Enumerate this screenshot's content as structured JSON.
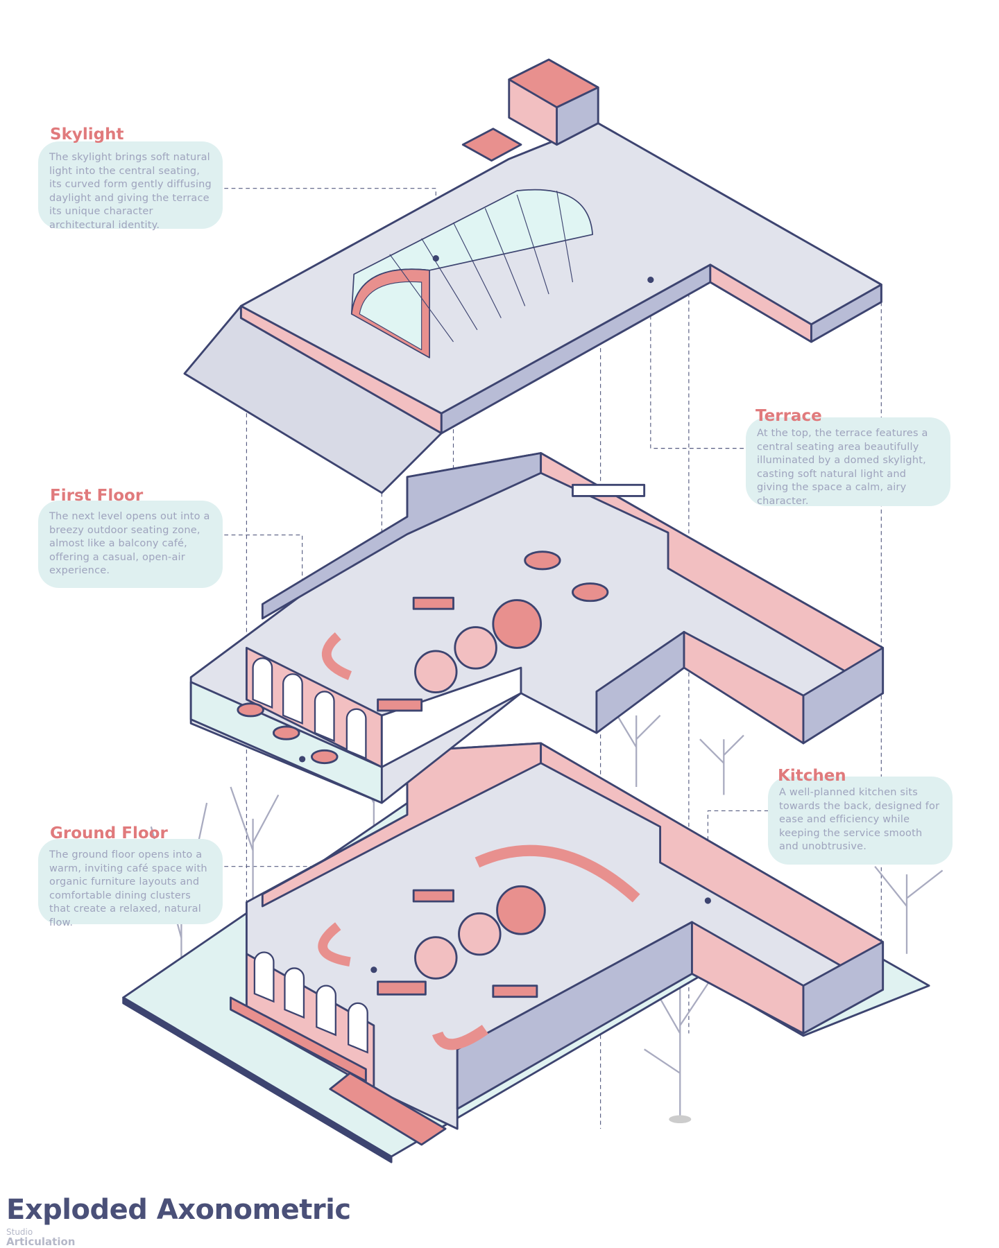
{
  "title": "Exploded Axonometric",
  "studio": {
    "line1": "Studio",
    "line2": "Articulation"
  },
  "callouts": {
    "skylight": {
      "title": "Skylight",
      "text": "The skylight brings soft natural light into the central seating, its curved form gently diffusing daylight and giving the terrace its unique character architectural identity."
    },
    "terrace": {
      "title": "Terrace",
      "text": "At the top, the terrace features a central seating area beautifully illuminated by a domed skylight, casting soft natural light and giving the space a calm, airy character."
    },
    "first_floor": {
      "title": "First Floor",
      "text": "The next level opens out into a breezy outdoor seating zone, almost like a balcony café, offering a casual, open-air experience."
    },
    "kitchen": {
      "title": "Kitchen",
      "text": "A well-planned kitchen sits towards the back, designed for ease and efficiency while keeping the service smooth and unobtrusive."
    },
    "ground_floor": {
      "title": "Ground Floor",
      "text": "The ground floor opens into a warm, inviting café space with organic furniture layouts and comfortable dining clusters that create a relaxed, natural flow."
    }
  },
  "colors": {
    "outline": "#3d4470",
    "pink": "#f2bfc1",
    "salmon": "#e8908e",
    "wall": "#b8bcd6",
    "floor": "#e1e3ec",
    "mint": "#e0f2f1",
    "title": "#e07a7c",
    "text": "#9ea3bd"
  }
}
